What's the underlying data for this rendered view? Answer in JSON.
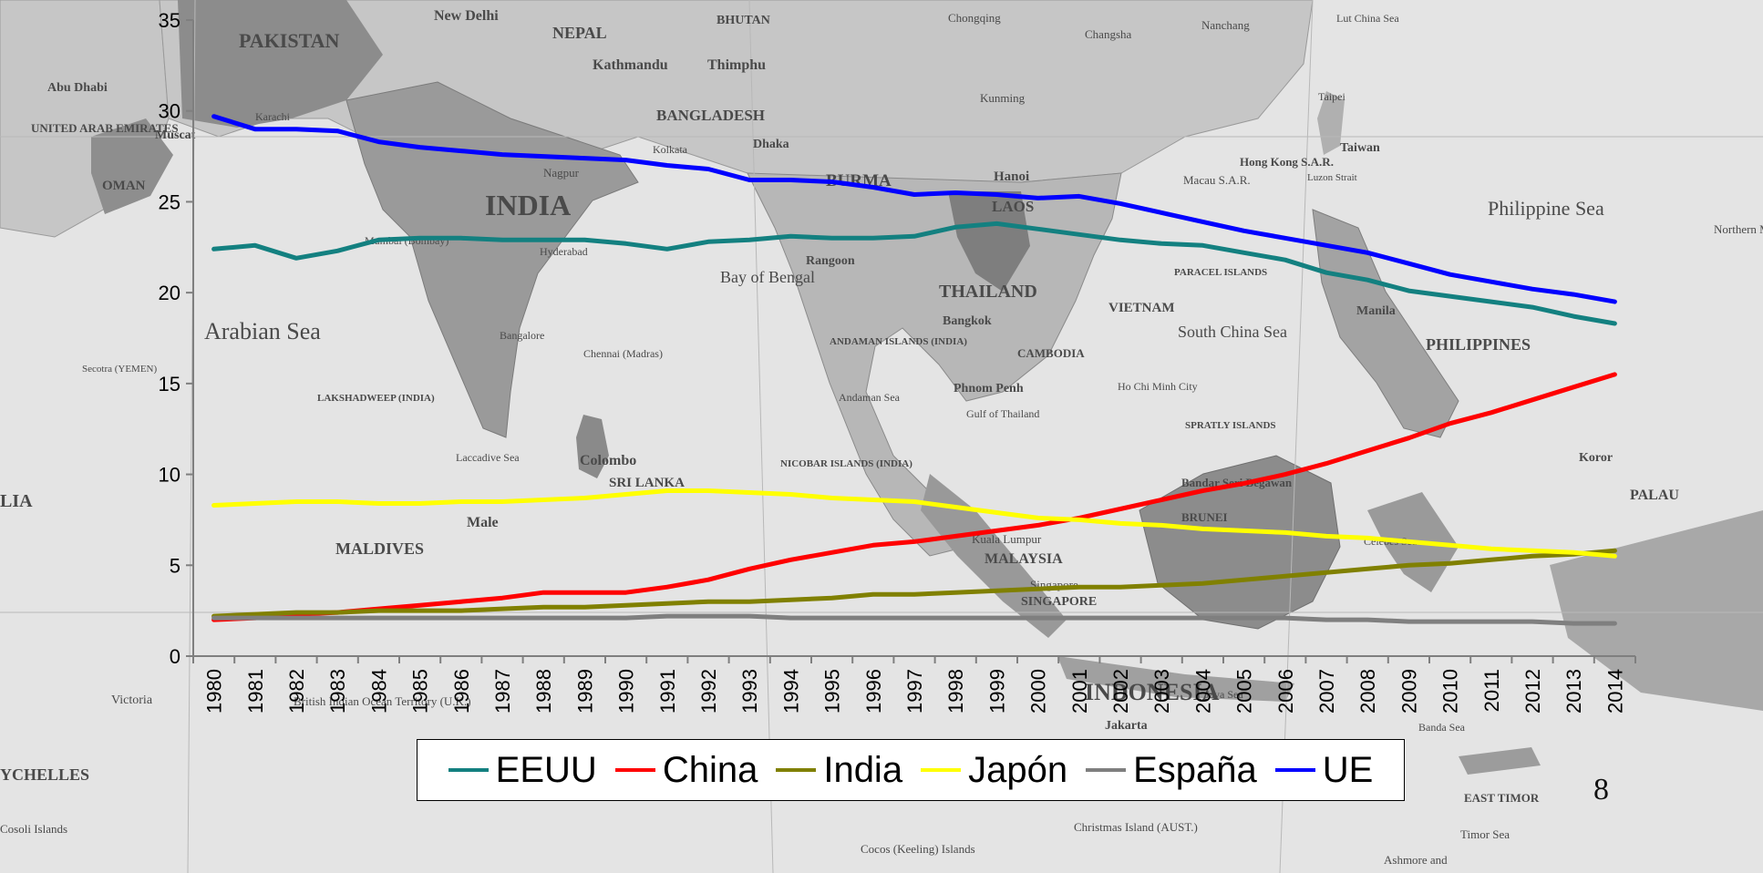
{
  "background": {
    "map_labels": [
      "PAKISTAN",
      "New Delhi",
      "NEPAL",
      "BHUTAN",
      "Kathmandu",
      "Thimphu",
      "Chongqing",
      "Changsha",
      "Nanchang",
      "Abu Dhabi",
      "UNITED ARAB EMIRATES",
      "Muscat",
      "OMAN",
      "Karachi",
      "BANGLADESH",
      "Kolkata",
      "Dhaka",
      "Kunming",
      "Taipei",
      "Taiwan",
      "Hong Kong S.A.R.",
      "Macau S.A.R.",
      "INDIA",
      "Nagpur",
      "BURMA",
      "Hanoi",
      "LAOS",
      "Philippine Sea",
      "Mumbai (Bombay)",
      "Hyderabad",
      "Bay of Bengal",
      "Rangoon",
      "THAILAND",
      "VIETNAM",
      "PARACEL ISLANDS",
      "Arabian Sea",
      "Bangalore",
      "Chennai (Madras)",
      "ANDAMAN ISLANDS (INDIA)",
      "Bangkok",
      "CAMBODIA",
      "South China Sea",
      "PHILIPPINES",
      "Manila",
      "LAKSHADWEEP (INDIA)",
      "Phnom Penh",
      "Ho Chi Minh City",
      "Andaman Sea",
      "Gulf of Thailand",
      "SPRATLY ISLANDS",
      "Colombo",
      "SRI LANKA",
      "Laccadive Sea",
      "NICOBAR ISLANDS (INDIA)",
      "Koror",
      "PALAU",
      "LIA",
      "Bandar Seri Begawan",
      "BRUNEI",
      "MALDIVES",
      "Male",
      "Kuala Lumpur",
      "MALAYSIA",
      "Singapore",
      "SINGAPORE",
      "INDONESIA",
      "Jakarta",
      "EAST TIMOR",
      "Timor Sea",
      "Banda Sea",
      "Java Sea",
      "Christmas Island (AUST.)",
      "Cocos (Keeling) Islands",
      "Victoria",
      "British Indian Ocean Territory (U.K.)",
      "YCHELLES",
      "Cosoli Islands",
      "Ashmore and",
      "Lut China Sea",
      "Luzon Strait",
      "Northern Mariana Islands (U.S.)",
      "Secotra (YEMEN)",
      "Celebes Sea"
    ]
  },
  "page_number": "8",
  "colors": {
    "background": "#e4e4e4",
    "land": "#c6c6c6",
    "land_dark": "#9a9a9a",
    "map_text": "#4a4a4a",
    "axis": "#7f7f7f",
    "tick_text": "#000000"
  },
  "chart_data": {
    "type": "line",
    "x": [
      1980,
      1981,
      1982,
      1983,
      1984,
      1985,
      1986,
      1987,
      1988,
      1989,
      1990,
      1991,
      1992,
      1993,
      1994,
      1995,
      1996,
      1997,
      1998,
      1999,
      2000,
      2001,
      2002,
      2003,
      2004,
      2005,
      2006,
      2007,
      2008,
      2009,
      2010,
      2011,
      2012,
      2013,
      2014
    ],
    "x_tick_labels": [
      "1980",
      "1981",
      "1982",
      "1983",
      "1984",
      "1985",
      "1986",
      "1987",
      "1988",
      "1989",
      "1990",
      "1991",
      "1992",
      "1993",
      "1994",
      "1995",
      "1996",
      "1997",
      "1998",
      "1999",
      "2000",
      "2001",
      "2002",
      "2003",
      "2004",
      "2005",
      "2006",
      "2007",
      "2008",
      "2009",
      "2010",
      "2011",
      "2012",
      "2013",
      "2014"
    ],
    "ylim": [
      0,
      35
    ],
    "y_ticks": [
      0,
      5,
      10,
      15,
      20,
      25,
      30,
      35
    ],
    "grid": false,
    "legend_position": "bottom",
    "series": [
      {
        "name": "EEUU",
        "color": "#138080",
        "values": [
          22.4,
          22.6,
          21.9,
          22.3,
          22.9,
          23.0,
          23.0,
          22.9,
          22.9,
          22.9,
          22.7,
          22.4,
          22.8,
          22.9,
          23.1,
          23.0,
          23.0,
          23.1,
          23.6,
          23.8,
          23.5,
          23.2,
          22.9,
          22.7,
          22.6,
          22.2,
          21.8,
          21.1,
          20.7,
          20.1,
          19.8,
          19.5,
          19.2,
          18.7,
          18.3
        ]
      },
      {
        "name": "China",
        "color": "#ff0000",
        "values": [
          2.0,
          2.1,
          2.3,
          2.4,
          2.6,
          2.8,
          3.0,
          3.2,
          3.5,
          3.5,
          3.5,
          3.8,
          4.2,
          4.8,
          5.3,
          5.7,
          6.1,
          6.3,
          6.6,
          6.9,
          7.2,
          7.6,
          8.1,
          8.6,
          9.1,
          9.5,
          10.0,
          10.6,
          11.3,
          12.0,
          12.8,
          13.4,
          14.1,
          14.8,
          15.5
        ]
      },
      {
        "name": "India",
        "color": "#808000",
        "values": [
          2.2,
          2.3,
          2.4,
          2.4,
          2.5,
          2.5,
          2.5,
          2.6,
          2.7,
          2.7,
          2.8,
          2.9,
          3.0,
          3.0,
          3.1,
          3.2,
          3.4,
          3.4,
          3.5,
          3.6,
          3.7,
          3.8,
          3.8,
          3.9,
          4.0,
          4.2,
          4.4,
          4.6,
          4.8,
          5.0,
          5.1,
          5.3,
          5.5,
          5.6,
          5.8
        ]
      },
      {
        "name": "Japón",
        "color": "#ffff00",
        "values": [
          8.3,
          8.4,
          8.5,
          8.5,
          8.4,
          8.4,
          8.5,
          8.5,
          8.6,
          8.7,
          8.9,
          9.1,
          9.1,
          9.0,
          8.9,
          8.7,
          8.6,
          8.5,
          8.2,
          7.9,
          7.6,
          7.5,
          7.3,
          7.2,
          7.0,
          6.9,
          6.8,
          6.6,
          6.5,
          6.3,
          6.1,
          5.9,
          5.8,
          5.7,
          5.5
        ]
      },
      {
        "name": "España",
        "color": "#7f7f7f",
        "values": [
          2.1,
          2.1,
          2.1,
          2.1,
          2.1,
          2.1,
          2.1,
          2.1,
          2.1,
          2.1,
          2.1,
          2.2,
          2.2,
          2.2,
          2.1,
          2.1,
          2.1,
          2.1,
          2.1,
          2.1,
          2.1,
          2.1,
          2.1,
          2.1,
          2.1,
          2.1,
          2.1,
          2.0,
          2.0,
          1.9,
          1.9,
          1.9,
          1.9,
          1.8,
          1.8
        ]
      },
      {
        "name": "UE",
        "color": "#0000ff",
        "values": [
          29.7,
          29.0,
          29.0,
          28.9,
          28.3,
          28.0,
          27.8,
          27.6,
          27.5,
          27.4,
          27.3,
          27.0,
          26.8,
          26.2,
          26.2,
          26.1,
          25.8,
          25.4,
          25.5,
          25.4,
          25.2,
          25.3,
          24.9,
          24.4,
          23.9,
          23.4,
          23.0,
          22.6,
          22.2,
          21.6,
          21.0,
          20.6,
          20.2,
          19.9,
          19.5
        ]
      }
    ]
  }
}
